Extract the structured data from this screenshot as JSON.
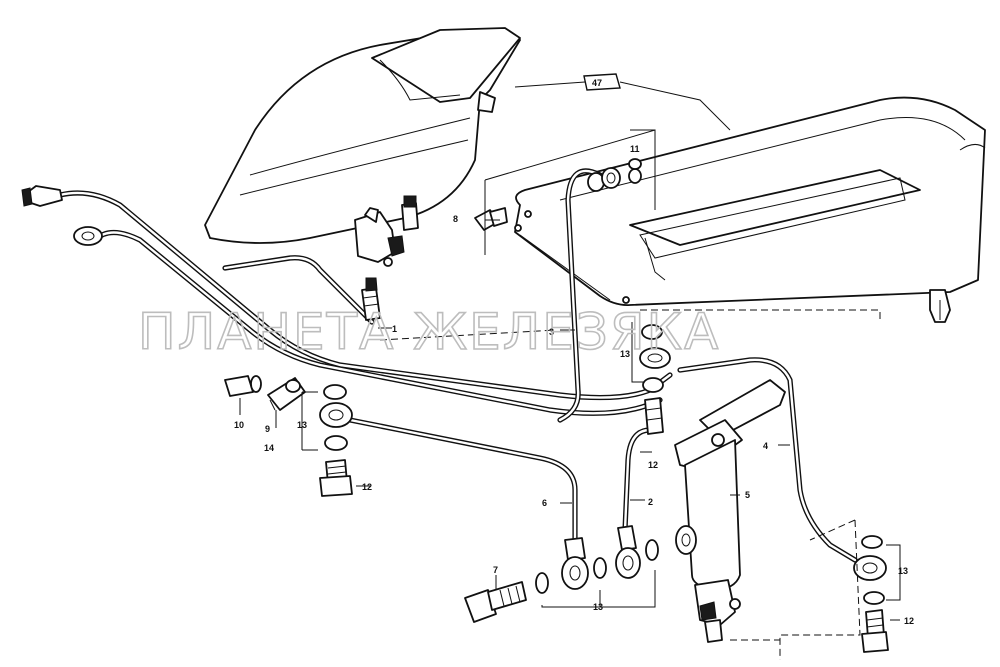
{
  "watermark": "ПЛАНЕТА ЖЕЛЕЗЯКА",
  "reference_badge": "47",
  "callouts": {
    "c1": "1",
    "c2": "2",
    "c3": "3",
    "c4": "4",
    "c5": "5",
    "c6": "6",
    "c7": "7",
    "c8": "8",
    "c9": "9",
    "c10": "10",
    "c11": "11",
    "c12a": "12",
    "c12b": "12",
    "c12c": "12",
    "c13a": "13",
    "c13b": "13",
    "c13c": "13",
    "c13d": "13",
    "c14": "14"
  }
}
